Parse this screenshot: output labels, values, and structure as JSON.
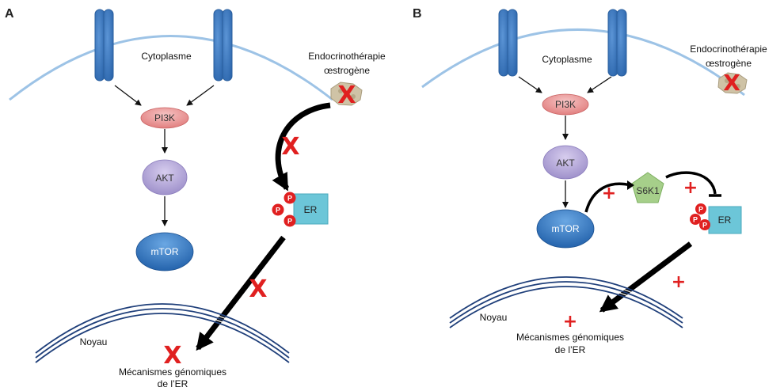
{
  "panels": {
    "a": {
      "letter": "A",
      "cytoplasm": "Cytoplasme",
      "therapy_line1": "Endocrinothérapie",
      "therapy_line2": "œstrogène",
      "pi3k": "PI3K",
      "akt": "AKT",
      "mtor": "mTOR",
      "er": "ER",
      "noyau": "Noyau",
      "genomic_line1": "Mécanismes génomiques",
      "genomic_line2": "de l’ER",
      "phospho": "P"
    },
    "b": {
      "letter": "B",
      "cytoplasm": "Cytoplasme",
      "therapy_line1": "Endocrinothérapie",
      "therapy_line2": "œstrogène",
      "pi3k": "PI3K",
      "akt": "AKT",
      "mtor": "mTOR",
      "s6k1": "S6K1",
      "er": "ER",
      "noyau": "Noyau",
      "genomic_line1": "Mécanismes génomiques",
      "genomic_line2": "de l’ER",
      "phospho": "P"
    }
  },
  "marks": {
    "block": "X",
    "activate": "+"
  },
  "colors": {
    "membrane": "#9dc3e6",
    "receptor": "#3b78c0",
    "pi3k": "#e88a8a",
    "akt": "#a99bd3",
    "mtor": "#2f73bf",
    "er": "#6cc6d8",
    "s6k1": "#a6cf8a",
    "phospho": "#e02020",
    "nucleus": "#1f3f7a"
  }
}
